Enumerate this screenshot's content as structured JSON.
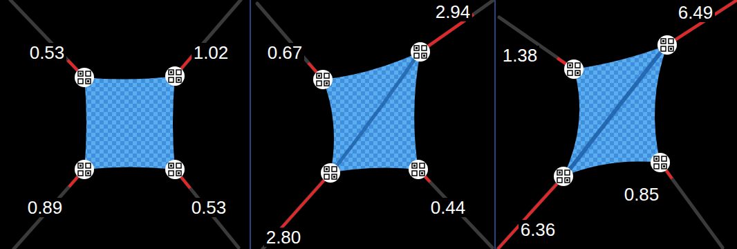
{
  "diagram": {
    "labels": [
      "0.53",
      "1.02",
      "0.89",
      "0.53",
      "0.67",
      "2.94",
      "2.80",
      "0.44",
      "1.38",
      "6.49",
      "6.36",
      "0.85"
    ]
  }
}
